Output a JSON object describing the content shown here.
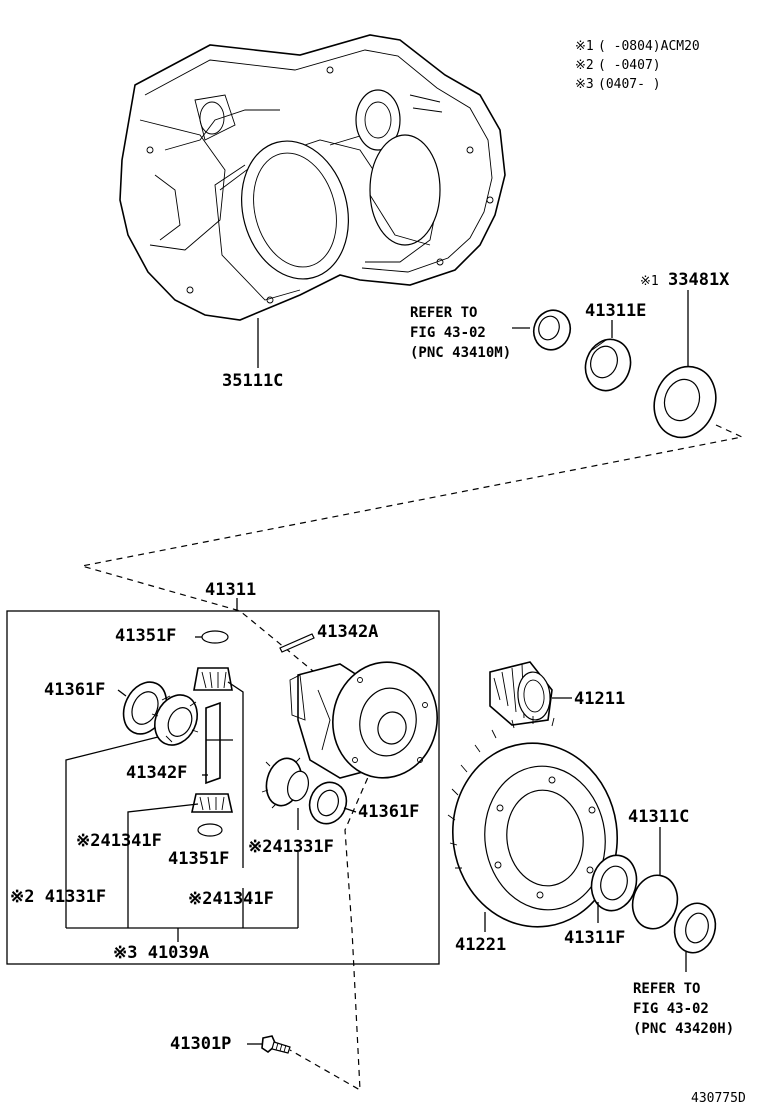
{
  "notes": [
    {
      "mark": "※1",
      "text": "(     -0804)ACM20"
    },
    {
      "mark": "※2",
      "text": "(     -0407)"
    },
    {
      "mark": "※3",
      "text": "(0407-     )"
    }
  ],
  "parts": {
    "p35111c": "35111C",
    "p33481x_mark": "※1",
    "p33481x": "33481X",
    "p41311e": "41311E",
    "p41311": "41311",
    "p41351f_top": "41351F",
    "p41342a": "41342A",
    "p41361f_left": "41361F",
    "p41211": "41211",
    "p41342f": "41342F",
    "p41361f_right": "41361F",
    "p41341f_mid": "※241341F",
    "p41351f_bottom": "41351F",
    "p41331f_right": "※241331F",
    "p41311c": "41311C",
    "p41331f_left": "※2 41331F",
    "p41341f_bottom": "※241341F",
    "p41221": "41221",
    "p41311f": "41311F",
    "p41039a": "※3 41039A",
    "p41301p": "41301P"
  },
  "refs": {
    "top": [
      "REFER TO",
      "FIG 43-02",
      "(PNC 43410M)"
    ],
    "bottom": [
      "REFER TO",
      "FIG 43-02",
      "(PNC 43420H)"
    ]
  },
  "diagram_code": "430775D"
}
